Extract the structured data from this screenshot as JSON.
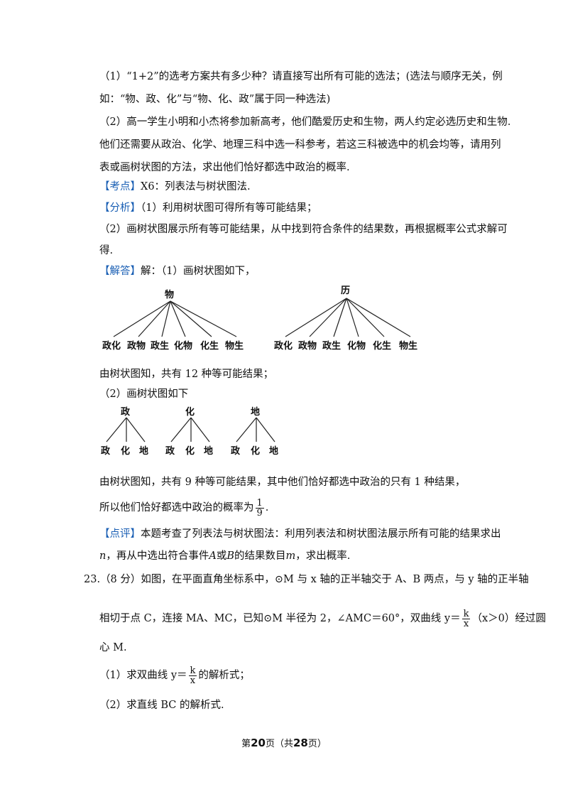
{
  "q22": {
    "part1_line1": "（1）“1+2”的选考方案共有多少种？请直接写出所有可能的选法；(选法与顺序无关，例",
    "part1_line2": "如：“物、政、化”与“物、化、政”属于同一种选法)",
    "part2_line1": "（2）高一学生小明和小杰将参加新高考，他们酷爱历史和生物，两人约定必选历史和生物.",
    "part2_line2": "他们还需要从政治、化学、地理三科中选一科参考，若这三科被选中的机会均等，请用列",
    "part2_line3": "表或画树状图的方法，求出他们恰好都选中政治的概率."
  },
  "kaodian": {
    "tag": "【考点】",
    "text": "X6：列表法与树状图法."
  },
  "fenxi": {
    "tag": "【分析】",
    "line1": "（1）利用树状图可得所有等可能结果；",
    "line2": "（2）画树状图展示所有等可能结果，从中找到符合条件的结果数，再根据概率公式求解可",
    "line3": "得."
  },
  "jieda": {
    "tag": "【解答】",
    "line1": "解：（1）画树状图如下，",
    "tree1": {
      "left_root": "物",
      "left_leaves": [
        "政化",
        "政物",
        "政生",
        "化物",
        "化生",
        "物生"
      ],
      "right_root": "历",
      "right_leaves": [
        "政化",
        "政物",
        "政生",
        "化物",
        "化生",
        "物生"
      ]
    },
    "result1": "由树状图知，共有 12 种等可能结果；",
    "part2_intro": "（2）画树状图如下",
    "tree2": {
      "roots": [
        "政",
        "化",
        "地"
      ],
      "leaves": [
        "政",
        "化",
        "地"
      ]
    },
    "result2": "由树状图知，共有 9 种等可能结果，其中他们恰好都选中政治的只有 1 种结果，",
    "prob_text": "所以他们恰好都选中政治的概率为",
    "prob_num": "1",
    "prob_den": "9",
    "prob_end": "."
  },
  "dianping": {
    "tag": "【点评】",
    "line1": "本题考查了列表法与树状图法：利用列表法和树状图法展示所有可能的结果求出",
    "line2_a": "n",
    "line2_b": "，再从中选出符合事件",
    "line2_c": "A",
    "line2_d": "或",
    "line2_e": "B",
    "line2_f": "的结果数目",
    "line2_g": "m",
    "line2_h": "，求出概率."
  },
  "q23": {
    "line1": "23.（8 分）如图，在平面直角坐标系中，⊙M 与 x 轴的正半轴交于 A、B 两点，与 y 轴的正半轴",
    "line2_a": "相切于点 C，连接 MA、MC，已知⊙M 半径为 2，∠AMC＝60°，双曲线 y＝",
    "line2_num": "k",
    "line2_den": "x",
    "line2_b": "（x＞0）经过圆",
    "line3": "心 M.",
    "sub1_a": "（1）求双曲线 y＝",
    "sub1_num": "k",
    "sub1_den": "x",
    "sub1_b": "的解析式；",
    "sub2": "（2）求直线 BC 的解析式."
  },
  "footer": {
    "pre": "第",
    "page": "20",
    "mid": "页（共",
    "total": "28",
    "post": "页）"
  }
}
